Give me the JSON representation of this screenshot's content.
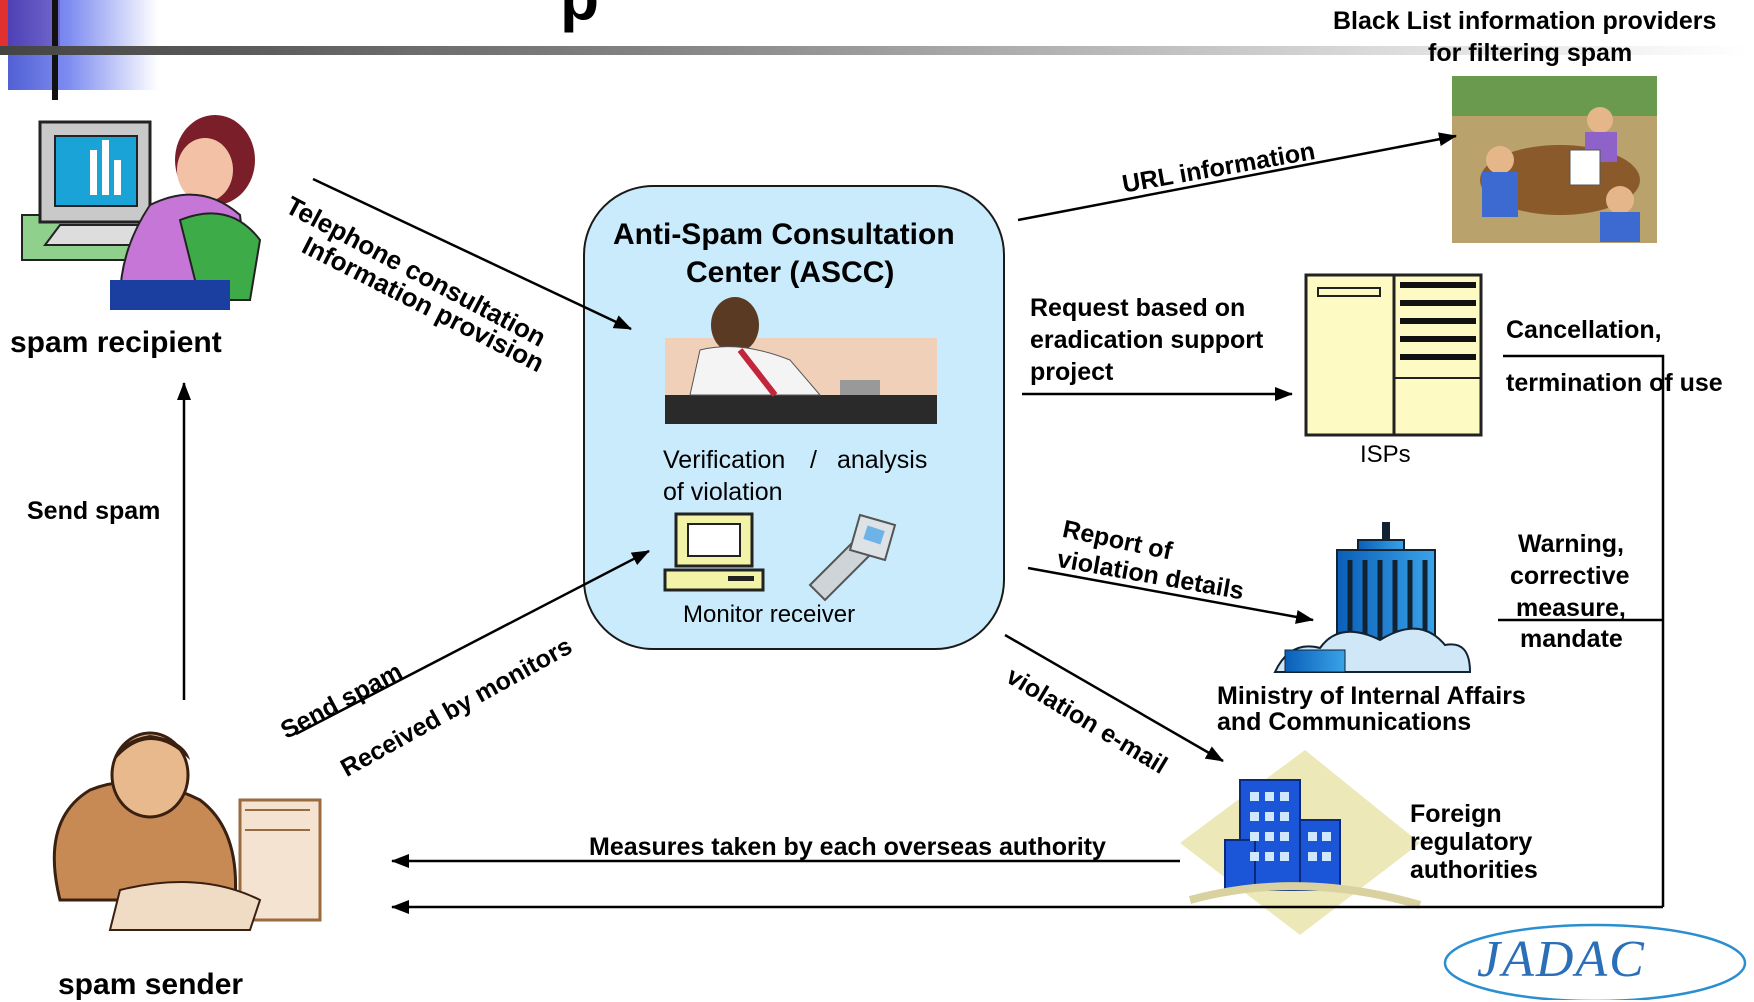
{
  "header": {
    "title_fragment": "p"
  },
  "blacklist": {
    "title_line1": "Black List information providers",
    "title_line2": "for filtering spam"
  },
  "recipient": {
    "label": "spam recipient"
  },
  "sender": {
    "label": "spam sender"
  },
  "ascc": {
    "title_line1": "Anti-Spam Consultation",
    "title_line2": "Center (ASCC)",
    "verify_line1_a": "Verification",
    "verify_line1_b": "/",
    "verify_line1_c": "analysis",
    "verify_line2": "of violation",
    "monitor": "Monitor receiver"
  },
  "flows": {
    "telephone": "Telephone consultation",
    "information": "Information provision",
    "send_spam_vertical": "Send spam",
    "send_spam_diag": "Send spam",
    "received": "Received by monitors",
    "url": "URL information",
    "request_line1": "Request based on",
    "request_line2": "eradication support",
    "request_line3": "project",
    "report_line1": "Report of",
    "report_line2": "violation details",
    "violation_email": "violation e-mail",
    "measures": "Measures taken by each overseas authority",
    "cancellation_line1": "Cancellation,",
    "cancellation_line2": "termination of use",
    "warning_line1": "Warning,",
    "warning_line2": "corrective",
    "warning_line3": "measure,",
    "warning_line4": "mandate"
  },
  "isp": {
    "label": "ISPs"
  },
  "ministry": {
    "line1": "Ministry of Internal Affairs",
    "line2": "and Communications"
  },
  "foreign": {
    "line1": "Foreign",
    "line2": "regulatory",
    "line3": "authorities"
  },
  "logo": {
    "text": "JADAC"
  }
}
